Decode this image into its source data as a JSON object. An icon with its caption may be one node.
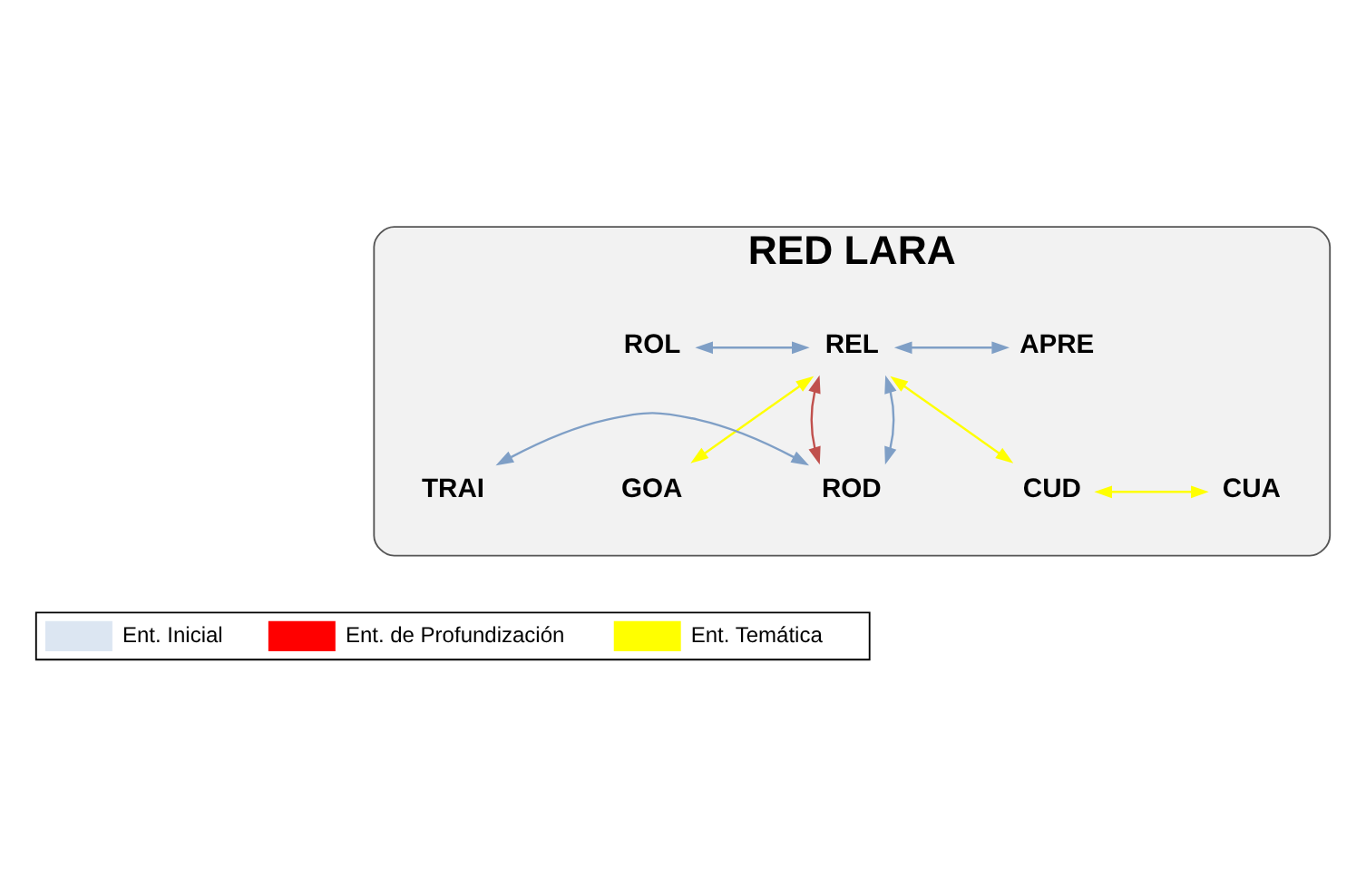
{
  "diagram": {
    "nodes": [
      {
        "text": [
          "RED LARA"
        ]
      },
      {
        "text": [
          "ROL"
        ],
        "in": 0
      },
      {
        "text": [
          "REL"
        ],
        "in": 0
      },
      {
        "text": [
          "APRE"
        ],
        "in": 0
      },
      {
        "text": [
          "GOA"
        ],
        "in": 0
      },
      {
        "text": [
          "ROD"
        ],
        "in": 0
      },
      {
        "text": [
          "CUD"
        ],
        "in": 0
      },
      {
        "text": [
          "CUA"
        ],
        "in": 0
      },
      {
        "text": [
          "TRAI"
        ],
        "in": 0
      }
    ],
    "edges": [
      {
        "from": 1,
        "to": 2,
        "arrow": "both"
      },
      {
        "from": 2,
        "to": 3,
        "arrow": "both"
      },
      {
        "from": 2,
        "to": 5,
        "arrow": "both",
        "color": "#c0504d"
      },
      {
        "from": 2,
        "to": 5,
        "arrow": "both"
      },
      {
        "from": 2,
        "to": 6,
        "arrow": "both",
        "color": "#ffff00"
      },
      {
        "from": 2,
        "to": 4,
        "arrow": "both",
        "color": "#ffff00"
      },
      {
        "from": 6,
        "to": 7,
        "arrow": "both",
        "color": "#ffff00"
      },
      {
        "from": 8,
        "to": 5,
        "arrow": "both"
      }
    ],
    "legend": [
      {
        "text": "Ent. Inicial",
        "color": "#dce6f2"
      },
      {
        "text": "Ent. de Profundización",
        "color": "#ff0000"
      },
      {
        "text": "Ent. Temática",
        "color": "#ffff00"
      }
    ]
  }
}
